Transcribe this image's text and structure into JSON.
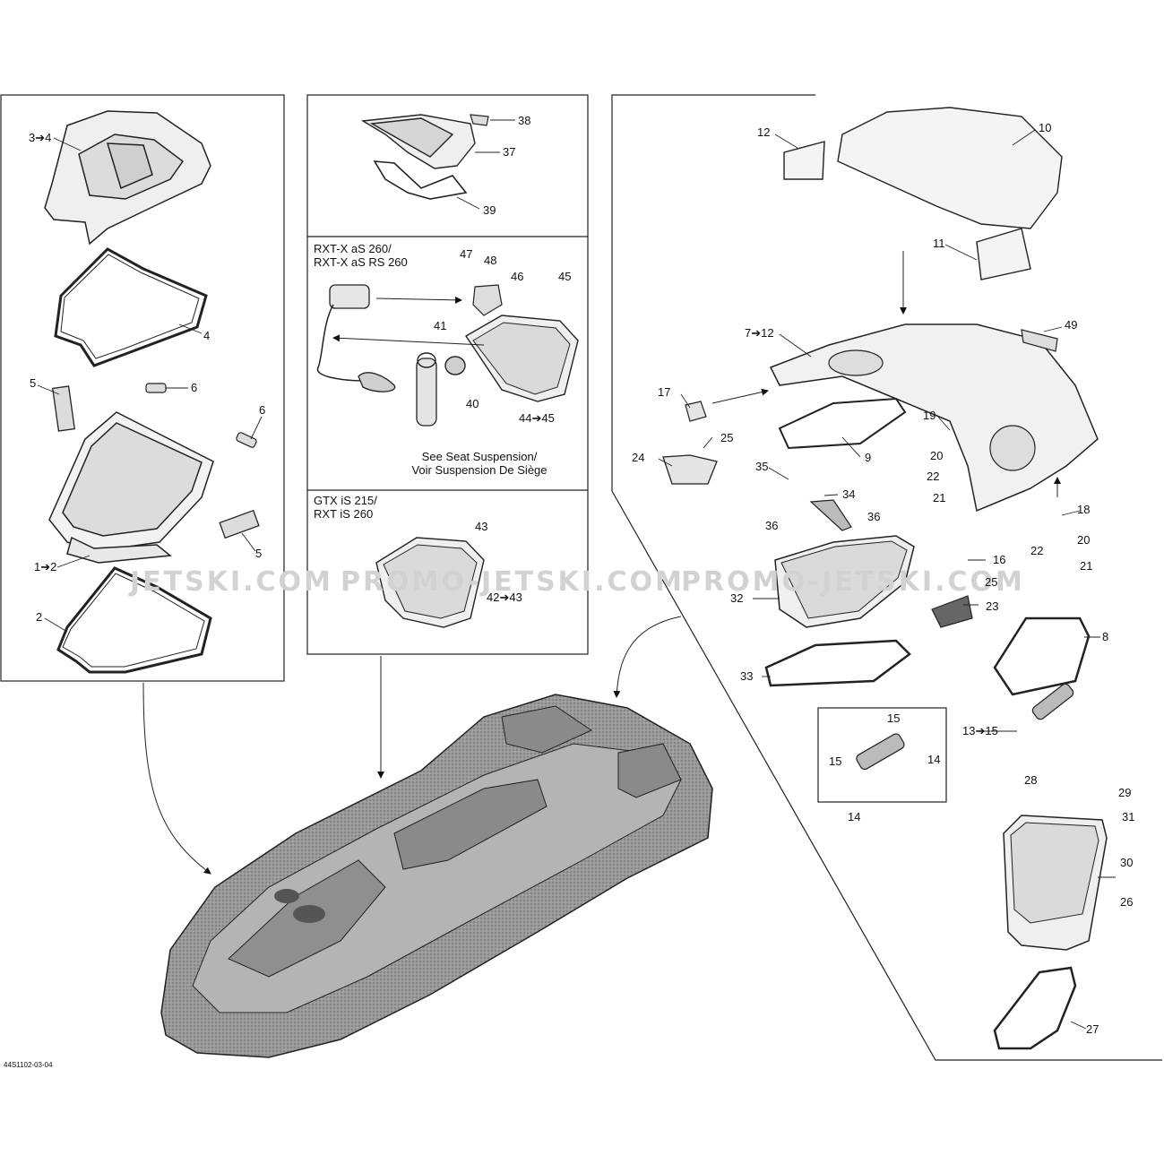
{
  "diagram_code": "44S1102-03-04",
  "watermark": [
    "JETSKI.COM",
    "PROMO-JETSKI.COM",
    "PROMO-JETSKI.COM"
  ],
  "model_notes": {
    "rxt_x": [
      "RXT-X aS 260/",
      "RXT-X aS RS 260"
    ],
    "gtx": [
      "GTX iS 215/",
      "RXT iS 260"
    ],
    "suspension_ref": [
      "See Seat Suspension/",
      "Voir Suspension De Siège"
    ]
  },
  "callouts": {
    "c3_4": "3➔4",
    "c4": "4",
    "c5a": "5",
    "c6a": "6",
    "c6b": "6",
    "c5b": "5",
    "c1_2": "1➔2",
    "c2": "2",
    "c38": "38",
    "c37": "37",
    "c39": "39",
    "c47": "47",
    "c48": "48",
    "c46": "46",
    "c45": "45",
    "c41": "41",
    "c40": "40",
    "c44_45": "44➔45",
    "c43": "43",
    "c42_43": "42➔43",
    "c12": "12",
    "c10": "10",
    "c11": "11",
    "c7_12": "7➔12",
    "c49": "49",
    "c17": "17",
    "c25a": "25",
    "c24": "24",
    "c9": "9",
    "c19": "19",
    "c20a": "20",
    "c22a": "22",
    "c21a": "21",
    "c35": "35",
    "c34": "34",
    "c36a": "36",
    "c36b": "36",
    "c18": "18",
    "c20b": "20",
    "c22b": "22",
    "c21b": "21",
    "c16": "16",
    "c25b": "25",
    "c32": "32",
    "c23": "23",
    "c8": "8",
    "c33": "33",
    "c13_15": "13➔15",
    "c15a": "15",
    "c14a": "14",
    "c15b": "15",
    "c14b": "14",
    "c28": "28",
    "c29": "29",
    "c31": "31",
    "c30": "30",
    "c26": "26",
    "c27": "27"
  }
}
